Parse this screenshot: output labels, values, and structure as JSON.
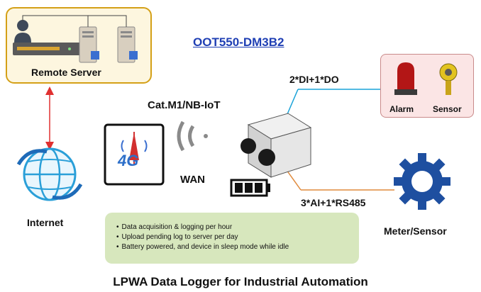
{
  "title": "OOT550-DM3B2",
  "footer": "LPWA Data Logger for Industrial Automation",
  "remote_server": {
    "label": "Remote Server"
  },
  "io_top": "2*DI+1*DO",
  "io_bottom": "3*AI+1*RS485",
  "network": {
    "label": "Cat.M1/NB-IoT",
    "wan": "WAN",
    "badge": "4G"
  },
  "devices": {
    "alarm": "Alarm",
    "sensor": "Sensor",
    "meter": "Meter/Sensor"
  },
  "internet": {
    "label": "Internet"
  },
  "notes": [
    "Data acquisition & logging per hour",
    "Upload pending log to server per day",
    "Battery powered, and device in sleep mode while idle"
  ],
  "colors": {
    "server_border": "#d4a017",
    "title": "#1f3fb4",
    "link_top": "#1aa3d9",
    "link_bottom": "#e08a3c",
    "link_red": "#e03030",
    "note_bg": "#d7e7bd",
    "gear": "#1e4fa0"
  }
}
